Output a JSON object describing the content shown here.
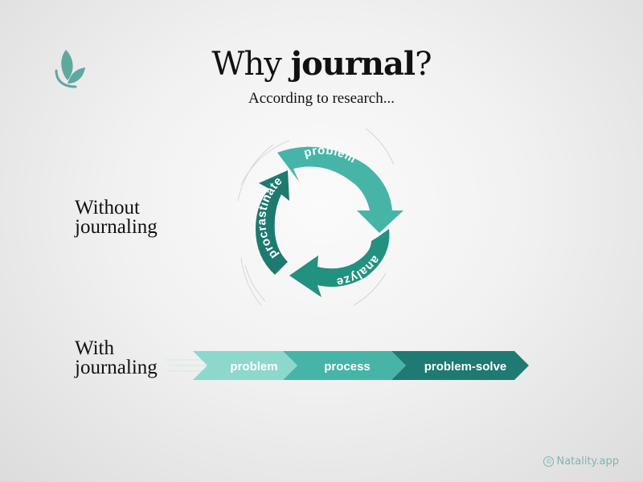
{
  "header": {
    "title_prefix": "Why ",
    "title_bold": "journal",
    "title_suffix": "?",
    "subtitle": "According to research..."
  },
  "logo": {
    "icon": "leaf-sprout-icon",
    "color": "#5fa8a0"
  },
  "rows": [
    {
      "label_line1": "Without",
      "label_line2": "journaling"
    },
    {
      "label_line1": "With",
      "label_line2": "journaling"
    }
  ],
  "cycle": {
    "segments": [
      {
        "label": "problem",
        "color": "#46b5a8"
      },
      {
        "label": "analyze",
        "color": "#23917f"
      },
      {
        "label": "procrastinate",
        "color": "#1d7a6f"
      }
    ]
  },
  "flow": {
    "steps": [
      {
        "label": "problem",
        "color": "#8dd8cc"
      },
      {
        "label": "process",
        "color": "#46b5a8"
      },
      {
        "label": "problem-solve",
        "color": "#1e7a72"
      }
    ]
  },
  "footer": {
    "brand": "Natality.app",
    "symbol": "©"
  }
}
